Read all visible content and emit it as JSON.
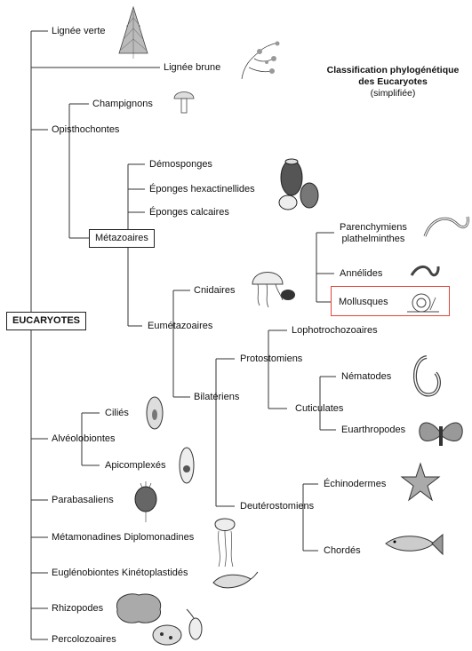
{
  "title": {
    "line1": "Classification phylogénétique",
    "line2": "des Eucaryotes",
    "line3": "(simplifiée)"
  },
  "root": "EUCARYOTES",
  "taxa": {
    "lignee_verte": "Lignée verte",
    "lignee_brune": "Lignée brune",
    "champignons": "Champignons",
    "opisthochontes": "Opisthochontes",
    "demosponges": "Démosponges",
    "eponges_hex": "Éponges hexactinellides",
    "eponges_calc": "Éponges calcaires",
    "metazoaires": "Métazoaires",
    "parenchymiens": "Parenchymiens",
    "plathelminthes": "plathelminthes",
    "annelides": "Annélides",
    "cnidaires": "Cnidaires",
    "mollusques": "Mollusques",
    "eumetazoaires": "Eumétazoaires",
    "lophotrochozoaires": "Lophotrochozoaires",
    "protostomiens": "Protostomiens",
    "nematodes": "Nématodes",
    "bilateriens": "Bilatériens",
    "cuticulates": "Cuticulates",
    "ciliés": "Ciliés",
    "euarthropodes": "Euarthropodes",
    "alveolobiontes": "Alvéolobiontes",
    "apicomplexes": "Apicomplexés",
    "echinodermes": "Échinodermes",
    "parabasaliens": "Parabasaliens",
    "deuterostomiens": "Deutérostomiens",
    "metamonadines": "Métamonadines Diplomonadines",
    "chordes": "Chordés",
    "euglenobiontes": "Euglénobiontes Kinétoplastidés",
    "rhizopodes": "Rhizopodes",
    "percolozoaires": "Percolozoaires"
  },
  "highlight_color": "#e0453a"
}
